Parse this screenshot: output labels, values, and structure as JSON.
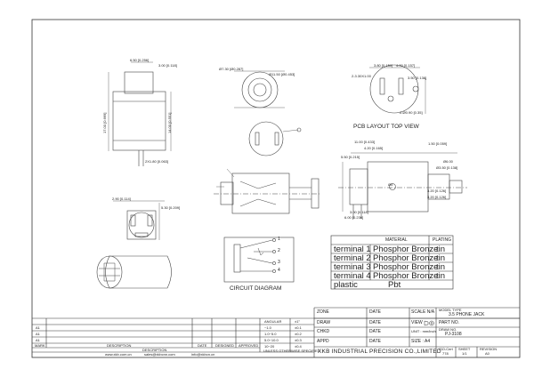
{
  "drawing": {
    "labels": {
      "pcb_layout": "PCB LAYOUT TOP VIEW",
      "circuit_diagram": "CIRCUIT DIAGRAM"
    },
    "dims": {
      "d1": "6.50 [0.256]",
      "d2": "3.00 [0.118]",
      "d3": "17.00 [0.669]",
      "d4": "14.00 [0.551]",
      "d5": "2X1.80 [0.063]",
      "d6": "Ø7.30 [Ø0.287]",
      "d7": "Ø11.50 [Ø0.453]",
      "d8": "3.80 [0.150]",
      "d9": "4.00 [0.157]",
      "d10": "2-3.30X1.00",
      "d11": "3.50 [0.138]",
      "d12": "2-Ø0.90 [0.35]",
      "d13": "11.00 [0.433]",
      "d14": "4.20 [0.165]",
      "d15": "1.50 [0.059]",
      "d16": "5.50 [0.215]",
      "d17": "Ø6.00",
      "d18": "Ø3.50 [0.138]",
      "d19": "3.20 [0.126]",
      "d20": "3.20 [0.126]",
      "d21": "3.00 [0.118]",
      "d22": "6.00 [0.236]",
      "d23": "Ø5",
      "d24": "2.90 [0.114]",
      "d25": "5.30 [0.209]"
    },
    "circuit_terminals": [
      "1",
      "2",
      "3",
      "4"
    ]
  },
  "material_table": {
    "headers": {
      "material": "MATERIAL",
      "plating": "PLATING"
    },
    "rows": [
      {
        "part": "terminal 1",
        "material": "Phosphor Bronze",
        "plating": "tin"
      },
      {
        "part": "terminal 2",
        "material": "Phosphor Bronze",
        "plating": "tin"
      },
      {
        "part": "terminal 3",
        "material": "Phosphor Bronze",
        "plating": "tin"
      },
      {
        "part": "terminal 4",
        "material": "Phosphor Bronze",
        "plating": "tin"
      },
      {
        "part": "plastic",
        "material": "Pbt",
        "plating": ""
      }
    ]
  },
  "title_block": {
    "zone": "ZONE",
    "date": "DATE",
    "scale": "SCALE N/A",
    "model_type": "MODEL TYPE",
    "product": "3.5 PHONE JACK",
    "draw": "DRAW",
    "view": "VIEW",
    "part_no": "PART NO.",
    "chkd": "CHKD",
    "unit": "UNIT : mm/inch",
    "appd": "APPD",
    "size": "SIZE : A4",
    "draw_no": "DRAW NO.",
    "draw_no_value": "PJ-3108",
    "company": "XKB INDUSTRIAL PRECISION CO.,LIMITED",
    "iso": "ISO-Cert",
    "iso_val": "778",
    "sheet": "SHEET",
    "sheet_val": "1/1",
    "revision": "REVISION",
    "rev_val": "A0"
  },
  "tolerance_block": {
    "angular": "ANGULAR",
    "angular_val": "±1°",
    "rows": [
      {
        "range": "~1.0",
        "tol": "±0.1"
      },
      {
        "range": "1.0~5.0",
        "tol": "±0.2"
      },
      {
        "range": "5.0~10.0",
        "tol": "±0.3"
      },
      {
        "range": "10~20",
        "tol": "±0.4"
      }
    ],
    "note": "UNLESS OTHERWISE SPECIFIED"
  },
  "revision_block": {
    "rows": [
      "A1",
      "A1",
      "A1"
    ],
    "mark": "MARK",
    "description": "DESCRIPTION",
    "date_h": "DATE",
    "designed_h": "DESIGNED",
    "approved_h": "APPROVED",
    "footer_desc": "DESCRIPTION"
  },
  "footer": {
    "web": "www.xkb.com.cn",
    "email1": "sales@xkbcnn.com",
    "email2": "info@xkbcn.cn"
  }
}
